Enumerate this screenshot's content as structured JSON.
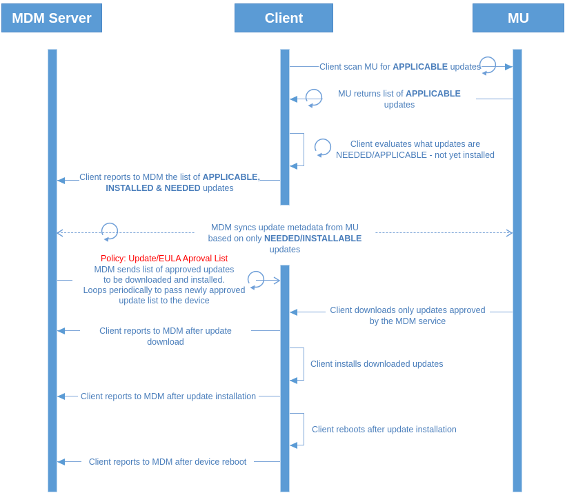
{
  "diagram_type": "sequence-diagram",
  "colors": {
    "actor_fill": "#5B9BD5",
    "line_blue": "#7CA5D8",
    "text_blue": "#4A7EBB",
    "policy_red": "#FF0000",
    "background": "#FFFFFF"
  },
  "actors": [
    {
      "id": "mdm-server",
      "label": "MDM Server"
    },
    {
      "id": "client",
      "label": "Client"
    },
    {
      "id": "mu",
      "label": "MU"
    }
  ],
  "messages": [
    {
      "name": "client-scan",
      "from": "Client",
      "to": "MU",
      "lines": [
        [
          "Client scan MU for ",
          "APPLICABLE",
          " updates"
        ]
      ]
    },
    {
      "name": "mu-returns",
      "from": "MU",
      "to": "Client",
      "lines": [
        [
          "MU returns list of ",
          "APPLICABLE"
        ],
        [
          "updates"
        ]
      ]
    },
    {
      "name": "client-evaluates",
      "from": "Client",
      "to": "Client",
      "lines": [
        [
          "Client evaluates what updates are"
        ],
        [
          "NEEDED/APPLICABLE - not yet installed"
        ]
      ]
    },
    {
      "name": "client-reports-inventory",
      "from": "Client",
      "to": "MDM Server",
      "lines": [
        [
          "Client reports to MDM the list of ",
          "APPLICABLE,"
        ],
        [
          "INSTALLED & NEEDED",
          " updates"
        ]
      ]
    },
    {
      "name": "mdm-syncs-metadata",
      "from": "MDM Server",
      "to": "MU",
      "lines": [
        [
          "MDM syncs update metadata from MU"
        ],
        [
          "based on only ",
          "NEEDED/INSTALLABLE",
          " updates"
        ]
      ]
    },
    {
      "name": "mdm-sends-approved",
      "from": "MDM Server",
      "to": "Client",
      "policy_title": "Policy: Update/EULA Aproval List",
      "lines": [
        [
          "MDM sends list of approved updates"
        ],
        [
          "to be downloaded and installed."
        ],
        [
          "Loops periodically to pass newly approved"
        ],
        [
          "update list to the device"
        ]
      ]
    },
    {
      "name": "client-downloads",
      "from": "MU",
      "to": "Client",
      "lines": [
        [
          "Client downloads only updates approved"
        ],
        [
          "by the MDM service"
        ]
      ]
    },
    {
      "name": "report-after-download",
      "from": "Client",
      "to": "MDM Server",
      "lines": [
        [
          "Client reports to MDM after update download"
        ]
      ]
    },
    {
      "name": "client-installs",
      "from": "Client",
      "to": "Client",
      "lines": [
        [
          "Client installs downloaded updates"
        ]
      ]
    },
    {
      "name": "report-after-installation",
      "from": "Client",
      "to": "MDM Server",
      "lines": [
        [
          "Client reports to MDM after update installation"
        ]
      ]
    },
    {
      "name": "client-reboots",
      "from": "Client",
      "to": "Client",
      "lines": [
        [
          "Client reboots after update installation"
        ]
      ]
    },
    {
      "name": "report-after-reboot",
      "from": "Client",
      "to": "MDM Server",
      "lines": [
        [
          "Client reports to MDM after device reboot"
        ]
      ]
    }
  ]
}
